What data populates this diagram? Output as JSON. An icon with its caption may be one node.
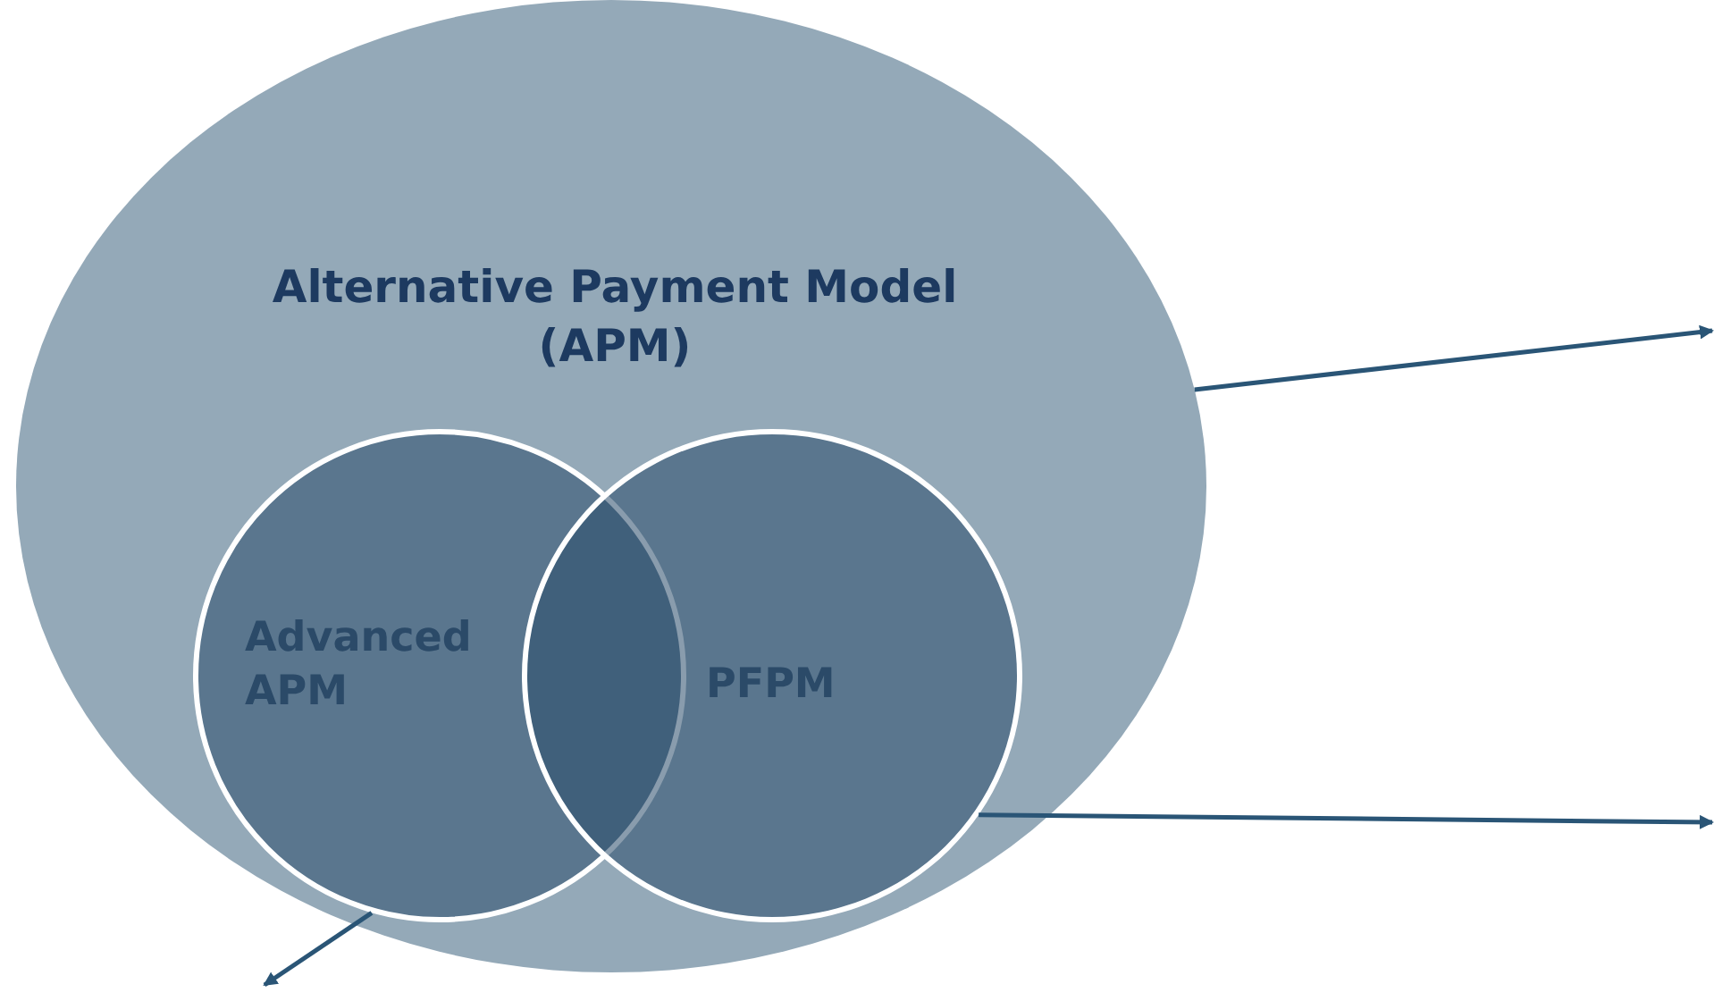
{
  "diagram": {
    "nodes": [
      {
        "text": [
          "Alternative Payment Model (APM)"
        ]
      },
      {
        "text": [
          "Advanced APM"
        ],
        "in": 0
      },
      {
        "text": [
          "PFPM"
        ],
        "in": 0
      }
    ],
    "edges": [
      {
        "from": 0,
        "to": null,
        "arrow": "to"
      },
      {
        "from": 2,
        "to": null,
        "arrow": "to"
      },
      {
        "from": 1,
        "to": null,
        "arrow": "to"
      }
    ]
  }
}
